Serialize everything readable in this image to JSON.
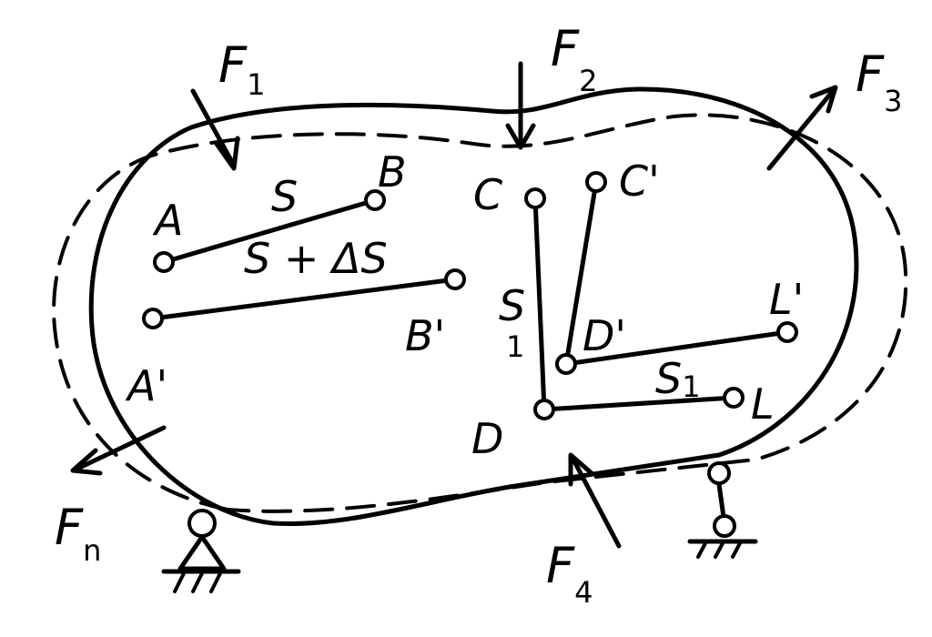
{
  "diagram": {
    "forces": [
      {
        "id": "f1",
        "base": "F",
        "sub": "1"
      },
      {
        "id": "f2",
        "base": "F",
        "sub": "2"
      },
      {
        "id": "f3",
        "base": "F",
        "sub": "3"
      },
      {
        "id": "f4",
        "base": "F",
        "sub": "4"
      },
      {
        "id": "fn",
        "base": "F",
        "sub": "n"
      }
    ],
    "points": {
      "A": "A",
      "A_prime": "A'",
      "B": "B",
      "B_prime": "B'",
      "C": "C",
      "C_prime": "C'",
      "D": "D",
      "D_prime": "D'",
      "L": "L",
      "L_prime": "L'"
    },
    "segments": {
      "ab": "S",
      "ab_prime": "S + ΔS",
      "cd": "S",
      "cd_sub": "1",
      "dl": "S",
      "dl_sub": "1"
    }
  }
}
